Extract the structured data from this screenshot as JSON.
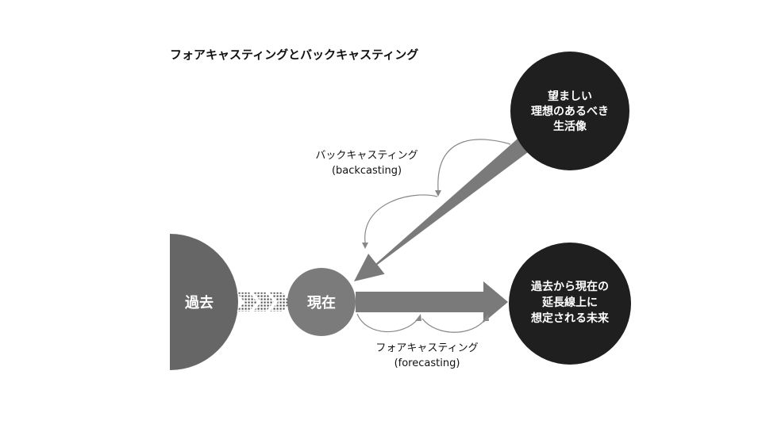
{
  "title": "フォアキャスティングとバックキャスティング",
  "past": {
    "label": "過去"
  },
  "present": {
    "label": "現在"
  },
  "desired_future": {
    "lines": [
      "望ましい",
      "理想のあるべき",
      "生活像"
    ]
  },
  "extended_future": {
    "lines": [
      "過去から現在の",
      "延長線上に",
      "想定される未来"
    ]
  },
  "backcasting": {
    "label": "バックキャスティング",
    "sublabel": "(backcasting)"
  },
  "forecasting": {
    "label": "フォアキャスティング",
    "sublabel": "(forecasting)"
  },
  "colors": {
    "past_fill": "#666666",
    "present_fill": "#7b7b7b",
    "future_fill": "#1f1f1f",
    "arrow_fill": "#7a7a7a",
    "curve_stroke": "#888888",
    "text_dark": "#111111",
    "text_light": "#ffffff"
  }
}
